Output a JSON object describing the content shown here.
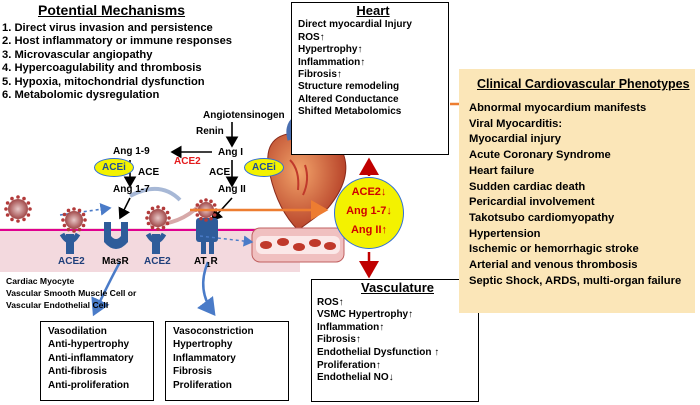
{
  "mechanisms": {
    "title": "Potential Mechanisms",
    "items": [
      "1. Direct virus invasion and persistence",
      "2. Host inflammatory or immune responses",
      "3. Microvascular angiopathy",
      "4. Hypercoagulability and thrombosis",
      "5. Hypoxia, mitochondrial dysfunction",
      "6. Metabolomic dysregulation"
    ]
  },
  "pathway": {
    "angiotensinogen": "Angiotensinogen",
    "renin": "Renin",
    "ang_i": "Ang I",
    "ang_1_9": "Ang 1-9",
    "ang_1_7": "Ang 1-7",
    "ang_ii": "Ang II",
    "ace2": "ACE2",
    "ace_left": "ACE",
    "ace_right": "ACE",
    "acei": "ACEi"
  },
  "membrane": {
    "ace2_left": "ACE2",
    "masr": "MasR",
    "ace2_right": "ACE2",
    "at1r": "AT",
    "at1r_sub": "1",
    "at1r_suffix": "R"
  },
  "cell_types": [
    "Cardiac Myocyte",
    "Vascular Smooth Muscle Cell or",
    "Vascular Endothelial Cell"
  ],
  "masr_effects": [
    "Vasodilation",
    "Anti-hypertrophy",
    "Anti-inflammatory",
    "Anti-fibrosis",
    "Anti-proliferation"
  ],
  "at1r_effects": [
    "Vasoconstriction",
    "Hypertrophy",
    "Inflammatory",
    "Fibrosis",
    "Proliferation"
  ],
  "heart": {
    "title": "Heart",
    "items": [
      "Direct myocardial Injury",
      "ROS↑",
      "Hypertrophy↑",
      "Inflammation↑",
      "Fibrosis↑",
      "Structure remodeling",
      "Altered Conductance",
      "Shifted Metabolomics"
    ]
  },
  "center": [
    "ACE2↓",
    "Ang 1-7↓",
    "Ang II↑"
  ],
  "vasculature": {
    "title": "Vasculature",
    "items": [
      "ROS↑",
      "VSMC Hypertrophy↑",
      "Inflammation↑",
      "Fibrosis↑",
      "Endothelial Dysfunction ↑",
      "Proliferation↑",
      "Endothelial NO↓"
    ]
  },
  "clinical": {
    "title": "Clinical Cardiovascular Phenotypes",
    "items": [
      "Abnormal myocardium manifests",
      "Viral Myocarditis:",
      "Myocardial injury",
      "Acute Coronary Syndrome",
      "Heart failure",
      "Sudden cardiac death",
      "Pericardial involvement",
      "Takotsubo cardiomyopathy",
      "Hypertension",
      "Ischemic or hemorrhagic stroke",
      "Arterial and venous thrombosis",
      "Septic Shock, ARDS, multi-organ failure"
    ]
  },
  "colors": {
    "ace2_red": "#e41a1c",
    "receptor_blue": "#2e5c9a",
    "membrane_pink": "#e0008f",
    "virus_red": "#b23a3a",
    "orange_arrow": "#ed7d31",
    "ellipse_yellow": "#f3f200",
    "clinical_bg": "#fbe6b8",
    "dark_red_arrow": "#c00000"
  }
}
